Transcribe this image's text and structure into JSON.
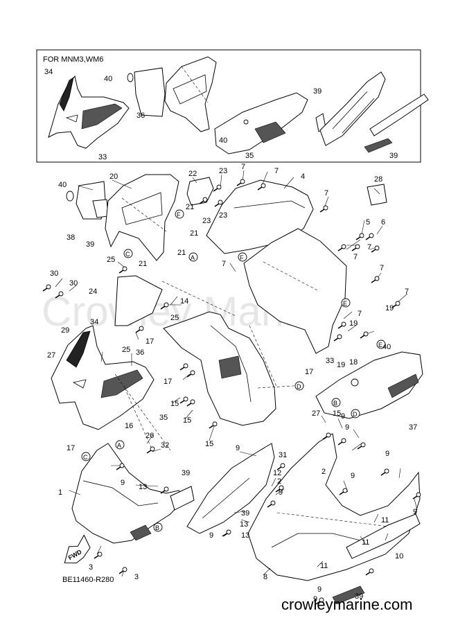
{
  "inset_title": "FOR MNM3,WM6",
  "drawing_code": "BE11460-R280",
  "watermark": "Crowley Marine",
  "footer_url": "crowleymarine.com",
  "fwd_label": "FWD",
  "callout_letters": [
    "A",
    "B",
    "C",
    "D",
    "E",
    "F"
  ],
  "inset_labels": [
    {
      "text": "34"
    },
    {
      "text": "40"
    },
    {
      "text": "36"
    },
    {
      "text": "33"
    },
    {
      "text": "39"
    },
    {
      "text": "40"
    },
    {
      "text": "35"
    },
    {
      "text": "39"
    }
  ],
  "labels": [
    {
      "text": "40"
    },
    {
      "text": "20"
    },
    {
      "text": "22"
    },
    {
      "text": "23"
    },
    {
      "text": "7"
    },
    {
      "text": "7"
    },
    {
      "text": "4"
    },
    {
      "text": "28"
    },
    {
      "text": "21"
    },
    {
      "text": "F"
    },
    {
      "text": "23"
    },
    {
      "text": "23"
    },
    {
      "text": "21"
    },
    {
      "text": "21"
    },
    {
      "text": "38"
    },
    {
      "text": "39"
    },
    {
      "text": "7"
    },
    {
      "text": "5"
    },
    {
      "text": "6"
    },
    {
      "text": "7"
    },
    {
      "text": "7"
    },
    {
      "text": "25"
    },
    {
      "text": "21"
    },
    {
      "text": "7"
    },
    {
      "text": "7"
    },
    {
      "text": "30"
    },
    {
      "text": "30"
    },
    {
      "text": "24"
    },
    {
      "text": "7"
    },
    {
      "text": "14"
    },
    {
      "text": "25"
    },
    {
      "text": "29"
    },
    {
      "text": "34"
    },
    {
      "text": "7"
    },
    {
      "text": "19"
    },
    {
      "text": "19"
    },
    {
      "text": "17"
    },
    {
      "text": "25"
    },
    {
      "text": "27"
    },
    {
      "text": "36"
    },
    {
      "text": "33"
    },
    {
      "text": "19"
    },
    {
      "text": "18"
    },
    {
      "text": "17"
    },
    {
      "text": "40"
    },
    {
      "text": "17"
    },
    {
      "text": "15"
    },
    {
      "text": "15"
    },
    {
      "text": "15"
    },
    {
      "text": "37"
    },
    {
      "text": "16"
    },
    {
      "text": "35"
    },
    {
      "text": "27"
    },
    {
      "text": "9"
    },
    {
      "text": "9"
    },
    {
      "text": "17"
    },
    {
      "text": "26"
    },
    {
      "text": "32"
    },
    {
      "text": "15"
    },
    {
      "text": "39"
    },
    {
      "text": "31"
    },
    {
      "text": "9"
    },
    {
      "text": "12"
    },
    {
      "text": "9"
    },
    {
      "text": "2"
    },
    {
      "text": "13"
    },
    {
      "text": "9"
    },
    {
      "text": "1"
    },
    {
      "text": "2"
    },
    {
      "text": "39"
    },
    {
      "text": "9"
    },
    {
      "text": "13"
    },
    {
      "text": "9"
    },
    {
      "text": "13"
    },
    {
      "text": "9"
    },
    {
      "text": "11"
    },
    {
      "text": "11"
    },
    {
      "text": "10"
    },
    {
      "text": "3"
    },
    {
      "text": "9"
    },
    {
      "text": "8"
    },
    {
      "text": "3"
    },
    {
      "text": "11"
    },
    {
      "text": "9"
    },
    {
      "text": "39"
    },
    {
      "text": "9"
    }
  ]
}
